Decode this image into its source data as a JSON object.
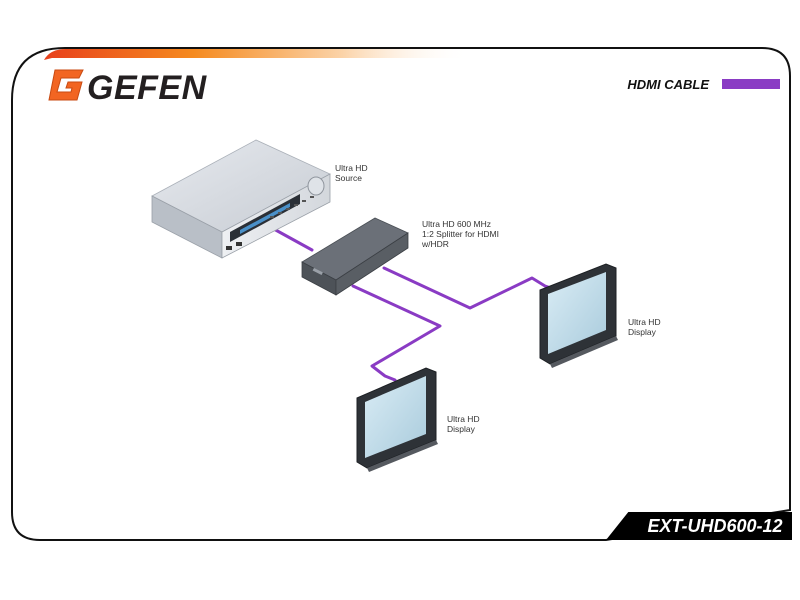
{
  "brand": {
    "name": "GEFEN",
    "orange": "#f26522",
    "ink": "#231f20"
  },
  "legend": {
    "label": "HDMI CABLE",
    "color": "#8a3bc4"
  },
  "model": {
    "label": "EXT-UHD600-12"
  },
  "devices": {
    "source": {
      "label": "Ultra HD\nSource"
    },
    "splitter": {
      "label": "Ultra HD 600 MHz\n1:2 Splitter for HDMI\nw/HDR"
    },
    "display_right": {
      "label": "Ultra HD\nDisplay"
    },
    "display_bottom": {
      "label": "Ultra HD\nDisplay"
    }
  },
  "icons": [
    "logo-g-icon",
    "source-device-icon",
    "splitter-device-icon",
    "display-icon"
  ]
}
